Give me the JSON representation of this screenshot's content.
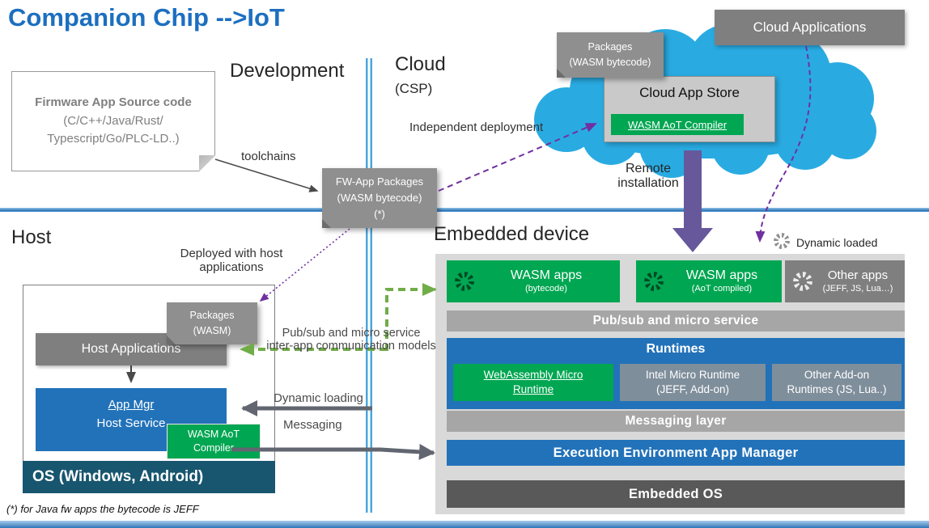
{
  "title": "Companion Chip -->IoT",
  "footnote": "(*) for Java fw apps the bytecode is JEFF",
  "sections": {
    "development": "Development",
    "cloud": "Cloud",
    "cloud_sub": "(CSP)",
    "host": "Host",
    "embedded_device": "Embedded device"
  },
  "annotations": {
    "toolchains": "toolchains",
    "independent_deployment": "Independent deployment",
    "remote_installation": "Remote\ninstallation",
    "deployed_with_host": "Deployed with host\napplications",
    "pubsub_models": "Pub/sub and micro service\ninter-app communication models",
    "dynamic_loading": "Dynamic loading",
    "messaging": "Messaging",
    "dynamic_loaded": "Dynamic loaded"
  },
  "cloud": {
    "applications": "Cloud Applications",
    "app_store": "Cloud App Store",
    "aot_compiler": "WASM AoT Compiler",
    "packages_badge": "Packages\n(WASM bytecode)"
  },
  "development": {
    "firmware_title": "Firmware App Source code",
    "firmware_sub": "(C/C++/Java/Rust/\nTypescript/Go/PLC-LD..)",
    "fw_packages_badge": "FW-App Packages\n(WASM bytecode)\n(*)"
  },
  "host": {
    "packages_badge": "Packages\n(WASM)",
    "host_applications": "Host Applications",
    "app_mgr": "App Mgr",
    "host_service": "Host Service",
    "aot_compiler": "WASM AoT\nCompiler",
    "os": "OS (Windows, Android)"
  },
  "embedded": {
    "apps": [
      {
        "title": "WASM apps",
        "subtitle": "(bytecode)"
      },
      {
        "title": "WASM apps",
        "subtitle": "(AoT compiled)"
      },
      {
        "title": "Other apps",
        "subtitle": "(JEFF, JS, Lua…)"
      }
    ],
    "pubsub_bar": "Pub/sub and micro service",
    "runtimes_title": "Runtimes",
    "runtimes": [
      {
        "label": "WebAssembly Micro\nRuntime"
      },
      {
        "label": "Intel Micro Runtime\n(JEFF, Add-on)"
      },
      {
        "label": "Other Add-on\nRuntimes (JS, Lua..)"
      }
    ],
    "messaging_bar": "Messaging layer",
    "exec_env_bar": "Execution Environment App Manager",
    "os_bar": "Embedded OS"
  },
  "colors": {
    "title_blue": "#1C6FC0",
    "box_blue": "#2272B9",
    "green": "#00A651",
    "gray": "#7F7F7F",
    "bar_gray": "#A6A6A6",
    "panel_gray": "#D9D9D9",
    "dark_gray": "#595959",
    "os_teal": "#17566E",
    "cloud_blue": "#29ABE2",
    "purple_dashed": "#7030A0",
    "purple_block": "#67589B",
    "arrow_green": "#70AD47",
    "arrow_gray": "#616671"
  }
}
